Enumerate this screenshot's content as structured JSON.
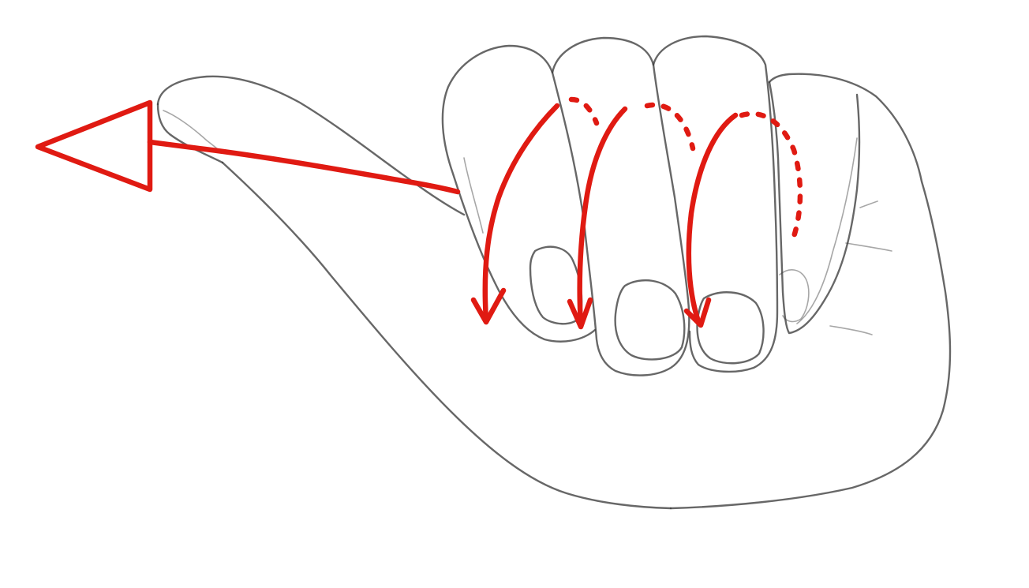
{
  "colors": {
    "background": "#ffffff",
    "pencil": "#3c3c3c",
    "marker": "#e01a12"
  },
  "figure": {
    "subject": "hand-fist-pointing-left",
    "annotations": [
      "thumb-extension-arrow-left",
      "finger-curl-arrow-index",
      "finger-curl-arrow-middle",
      "finger-curl-arrow-ring",
      "dotted-curl-guide-index",
      "dotted-curl-guide-middle",
      "dotted-curl-guide-ring"
    ]
  }
}
